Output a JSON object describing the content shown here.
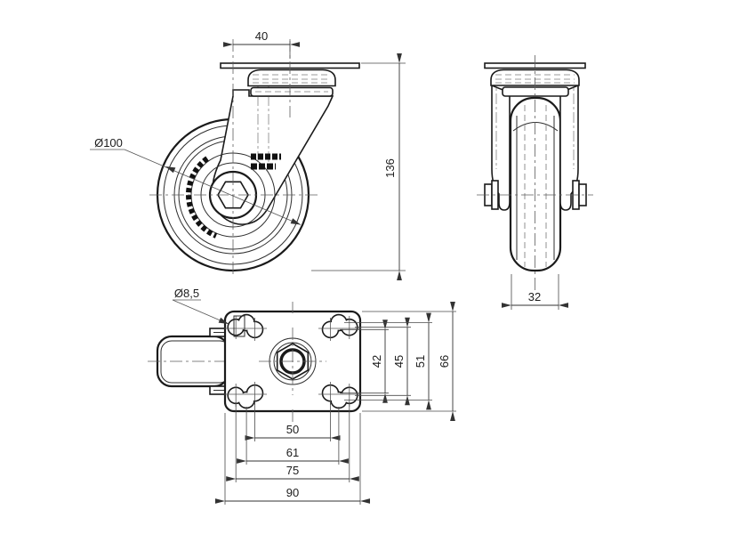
{
  "drawing": {
    "type": "technical-drawing",
    "subject": "swivel caster with top plate, three orthographic views",
    "views": [
      {
        "id": "front",
        "dimensions": {
          "swivel_offset": "40",
          "total_height": "136",
          "wheel_diameter": "Ø100"
        }
      },
      {
        "id": "side",
        "dimensions": {
          "wheel_width": "32"
        }
      },
      {
        "id": "plan",
        "dimensions": {
          "bolt_hole_diameter": "Ø8,5",
          "vertical": [
            "42",
            "45",
            "51",
            "66"
          ],
          "horizontal": [
            "50",
            "61",
            "75",
            "90"
          ]
        }
      }
    ],
    "colors": {
      "outline": "#1a1a1a",
      "dimension": "#333333",
      "hidden": "#9b9b9b",
      "background": "#ffffff"
    }
  },
  "labels": {
    "dim_40": "40",
    "dim_136": "136",
    "dim_d100": "Ø100",
    "dim_32": "32",
    "dim_d85": "Ø8,5",
    "dim_42": "42",
    "dim_45": "45",
    "dim_51": "51",
    "dim_66": "66",
    "dim_50": "50",
    "dim_61": "61",
    "dim_75": "75",
    "dim_90": "90"
  }
}
